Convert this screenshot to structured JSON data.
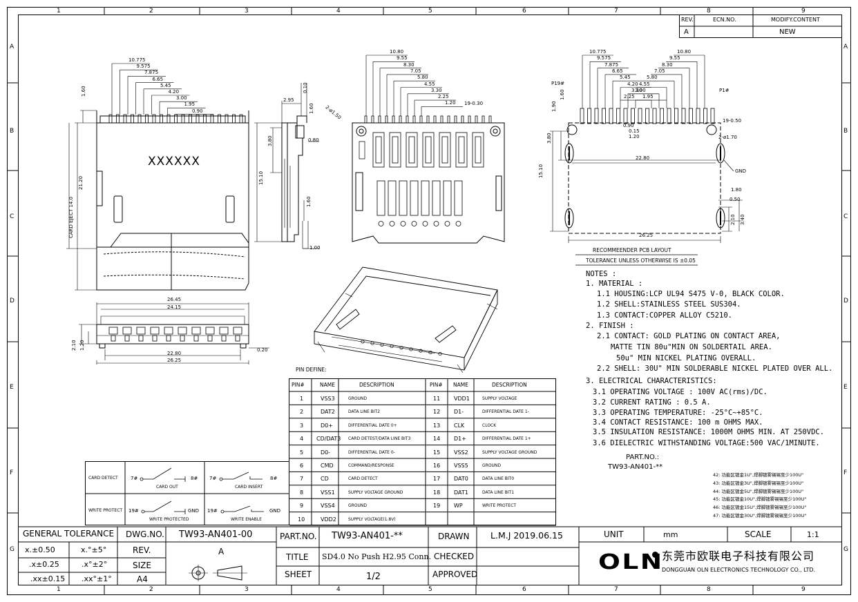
{
  "frame": {
    "col_numbers": [
      "1",
      "2",
      "3",
      "4",
      "5",
      "6",
      "7",
      "8",
      "9"
    ],
    "row_letters": [
      "A",
      "B",
      "C",
      "D",
      "E",
      "F",
      "G"
    ]
  },
  "revision": {
    "headers": [
      "REV.",
      "ECN.NO.",
      "MODIFY.CONTENT"
    ],
    "row": [
      "A",
      "",
      "NEW"
    ]
  },
  "drawing_text": {
    "marking": "XXXXXX",
    "dims_top": [
      "10.775",
      "9.575",
      "7.875",
      "6.65",
      "5.45",
      "4.20",
      "3.00",
      "1.95",
      "0.90"
    ],
    "dims_left": [
      "1.60",
      "21.20",
      "CARD EJECT 14.0"
    ],
    "dims_side": [
      "2.95",
      "0.10",
      "1.60",
      "3.80",
      "0.80",
      "15.10",
      "1.60",
      "1.00"
    ],
    "dims_front": [
      "10.80",
      "9.55",
      "8.30",
      "7.05",
      "5.80",
      "4.55",
      "3.30",
      "2.25",
      "1.20",
      "19-0.30",
      "2-ø1.50"
    ],
    "dims_bottom": [
      "26.45",
      "24.15",
      "22.80",
      "26.25",
      "2.10",
      "1.20",
      "0.20"
    ],
    "dims_pcb_top": [
      "10.775",
      "9.575",
      "7.875",
      "6.65",
      "5.45",
      "4.20",
      "3.00",
      "1.95",
      "10.80",
      "9.55",
      "8.30",
      "7.05",
      "5.80",
      "4.55",
      "3.30",
      "2.25"
    ],
    "dims_pcb_misc": [
      "P19#",
      "P1#",
      "1.90",
      "1.60",
      "0.90",
      "0.15",
      "1.20",
      "19-0.50",
      "2-ø1.70",
      "3.80",
      "22.80",
      "GND",
      "15.10",
      "26.25",
      "1.80",
      "0.50",
      "2.10",
      "3.40"
    ]
  },
  "pcb_layout_title": "RECOMMEENDER PCB LAYOUT",
  "tolerance_note": "TOLERANCE UNLESS OTHERWISE IS ±0.05",
  "notes": [
    "NOTES :",
    "1. MATERIAL :",
    "1.1 HOUSING:LCP UL94 S475 V-0, BLACK COLOR.",
    "1.2 SHELL:STAINLESS STEEL SUS304.",
    "1.3 CONTACT:COPPER ALLOY C5210.",
    "2. FINISH :",
    "2.1 CONTACT: GOLD PLATING ON CONTACT AREA,",
    "MATTE TIN 80u\"MIN ON SOLDERTAIL AREA.",
    "50u\" MIN NICKEL PLATING OVERALL.",
    "2.2 SHELL: 30U\" MIN SOLDERABLE NICKEL PLATED OVER ALL.",
    "3. ELECTRICAL CHARACTERISTICS:",
    "3.1 OPERATING VOLTAGE : 100V AC(rms)/DC.",
    "3.2 CURRENT RATING : 0.5 A.",
    "3.3 OPERATING TEMPERATURE: -25°C~+85°C.",
    "3.4 CONTACT RESISTANCE: 100 m OHMS MAX.",
    "3.5 INSULATION RESISTANCE: 1000M OHMS MIN. AT 250VDC.",
    "3.6 DIELECTRIC WITHSTANDING VOLTAGE:500 VAC/1MINUTE."
  ],
  "part_no_label": "PART.NO.:",
  "part_no_value": "TW93-AN401-**",
  "part_options": [
    "42: 功能区镀金1U\",焊脚镀雾锡锡至少100U\"",
    "43: 功能区镀金3U\",焊脚镀雾锡锡至少100U\"",
    "44: 功能区镀金5U\",焊脚镀雾锡锡至少100U\"",
    "45: 功能区镀金10U\",焊脚镀雾锡锡至少100U\"",
    "46: 功能区镀金15U\",焊脚镀雾锡锡至少100U\"",
    "47: 功能区镀金30U\",焊脚镀雾锡锡至少100U\""
  ],
  "pin_define_title": "PIN DEFINE:",
  "pin_headers": [
    "PIN#",
    "NAME",
    "DESCRIPTION",
    "PIN#",
    "NAME",
    "DESCRIPTION"
  ],
  "pins_left": [
    {
      "pin": "1",
      "name": "VSS3",
      "desc": "GROUND"
    },
    {
      "pin": "2",
      "name": "DAT2",
      "desc": "DATA LINE BIT2"
    },
    {
      "pin": "3",
      "name": "D0+",
      "desc": "DIFFERENTIAL DATE 0+"
    },
    {
      "pin": "4",
      "name": "CD/DAT3",
      "desc": "CARD DETEST/DATA LINE BIT3"
    },
    {
      "pin": "5",
      "name": "D0-",
      "desc": "DIFFERENTIAL DATE 0-"
    },
    {
      "pin": "6",
      "name": "CMD",
      "desc": "COMMAND/RESPONSE"
    },
    {
      "pin": "7",
      "name": "CD",
      "desc": "CARD DETECT"
    },
    {
      "pin": "8",
      "name": "VSS1",
      "desc": "SUPPLY VOLTAGE GROUND"
    },
    {
      "pin": "9",
      "name": "VSS4",
      "desc": "GROUND"
    },
    {
      "pin": "10",
      "name": "VDD2",
      "desc": "SUPPLY VOLTAGE(1.8V)"
    }
  ],
  "pins_right": [
    {
      "pin": "11",
      "name": "VDD1",
      "desc": "SUPPLY VOLTAGE"
    },
    {
      "pin": "12",
      "name": "D1-",
      "desc": "DIFFERENTIAL DATE 1-"
    },
    {
      "pin": "13",
      "name": "CLK",
      "desc": "CLOCK"
    },
    {
      "pin": "14",
      "name": "D1+",
      "desc": "DIFFERENTIAL DATE 1+"
    },
    {
      "pin": "15",
      "name": "VSS2",
      "desc": "SUPPLY VOLTAGE GROUND"
    },
    {
      "pin": "16",
      "name": "VSS5",
      "desc": "GROUND"
    },
    {
      "pin": "17",
      "name": "DAT0",
      "desc": "DATA LINE BIT0"
    },
    {
      "pin": "18",
      "name": "DAT1",
      "desc": "DATA LINE BIT1"
    },
    {
      "pin": "19",
      "name": "WP",
      "desc": "WRITE PROTECT"
    }
  ],
  "switch_table": {
    "rows": [
      {
        "label": "CARD DETECT",
        "a_pin": "7#",
        "b_pin": "8#",
        "a_caption": "CARD OUT",
        "b_caption": "CARD INSERT"
      },
      {
        "label": "WRITE PROTECT",
        "a_pin": "19#",
        "b_pin": "GND",
        "a_caption": "WRITE PROTECTED",
        "b_caption": "WRITE ENABLE"
      }
    ]
  },
  "title_block": {
    "general_tolerance": "GENERAL  TOLERANCE",
    "tol_rows": [
      {
        "lin": "x.±0.50",
        "ang": "x.°±5°"
      },
      {
        "lin": ".x±0.25",
        "ang": ".x°±2°"
      },
      {
        "lin": ".xx±0.15",
        "ang": ".xx°±1°"
      }
    ],
    "dwg_no_label": "DWG.NO.",
    "dwg_no": "TW93-AN401-00",
    "rev_label": "REV.",
    "rev": "A",
    "size_label": "SIZE",
    "size": "A4",
    "part_no_label": "PART.NO.",
    "part_no": "TW93-AN401-**",
    "title_label": "TITLE",
    "title": "SD4.0 No Push H2.95 Conn.",
    "sheet_label": "SHEET",
    "sheet": "1/2",
    "drawn_label": "DRAWN",
    "drawn": "L.M.J  2019.06.15",
    "checked_label": "CHECKED",
    "approved_label": "APPROVED",
    "unit_label": "UNIT",
    "unit": "mm",
    "scale_label": "SCALE",
    "scale": "1:1",
    "logo": "OLN",
    "company_cn": "东莞市欧联电子科技有限公司",
    "company_en": "DONGGUAN OLN ELECTRONICS TECHNOLOGY CO., LTD."
  }
}
